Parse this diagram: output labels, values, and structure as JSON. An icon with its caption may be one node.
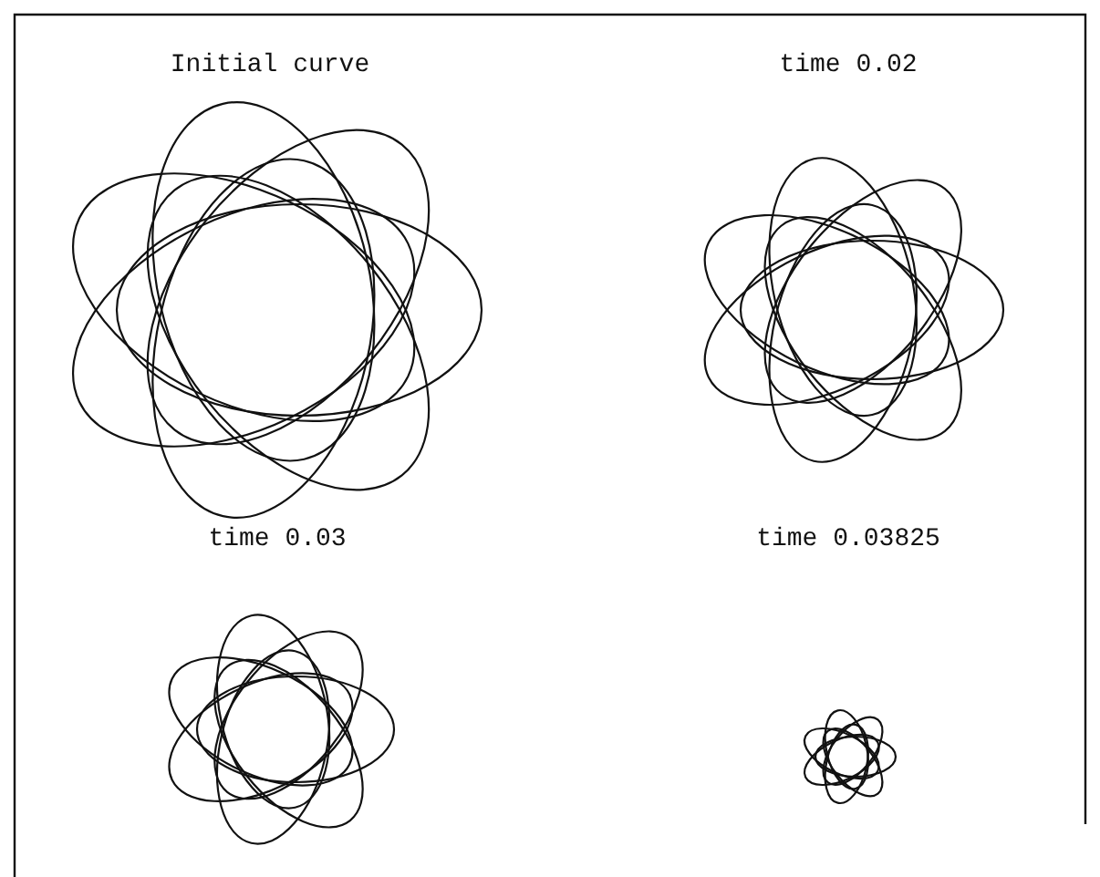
{
  "diagram": {
    "labels": [
      "Initial curve",
      "time 0.02",
      "time 0.03",
      "time 0.03825"
    ]
  }
}
